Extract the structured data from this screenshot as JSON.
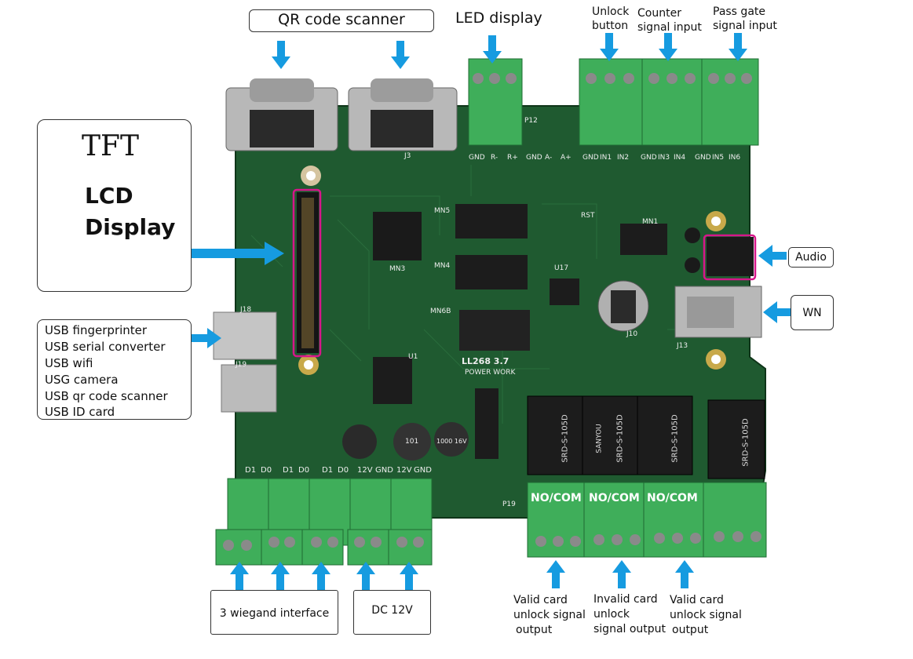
{
  "labels": {
    "qr_scanner": "QR code scanner",
    "led_display": "LED display",
    "unlock_button": [
      "Unlock",
      "button"
    ],
    "counter_signal": [
      "Counter",
      "signal input"
    ],
    "pass_gate": [
      "Pass gate",
      "signal input"
    ],
    "tft": "TFT",
    "lcd_display": [
      "LCD",
      "Display"
    ],
    "usb_list": [
      "USB fingerprinter",
      "USB serial converter",
      "USB wifi",
      "USG camera",
      "USB qr code scanner",
      "USB ID card"
    ],
    "audio": "Audio",
    "wn": "WN",
    "wiegand": "3 wiegand interface",
    "dc12v": "DC 12V",
    "valid_card_1": [
      "Valid card",
      "unlock signal",
      "output"
    ],
    "invalid_card": [
      "Invalid card",
      "unlock",
      "signal output"
    ],
    "valid_card_2": [
      "Valid card",
      "unlock signal",
      "output"
    ]
  },
  "board": {
    "model": "LL268 3.7",
    "power_work": "POWER WORK",
    "relay_text": "SRD-S-105D",
    "relay_brand": "SANYOU",
    "no_com": [
      "NO/COM",
      "NO/COM",
      "NO/COM"
    ],
    "bottom_pins": [
      "D1",
      "D0",
      "D1",
      "D0",
      "D1",
      "D0",
      "12V",
      "GND",
      "12V",
      "GND"
    ],
    "top_pins_led": [
      "GND",
      "R-",
      "R+"
    ],
    "top_pins_rs": [
      "GND",
      "A-",
      "A+"
    ],
    "top_pins_in1": [
      "GND",
      "IN1",
      "IN2"
    ],
    "top_pins_in2": [
      "GND",
      "IN3",
      "IN4"
    ],
    "top_pins_in3": [
      "GND",
      "IN5",
      "IN6"
    ],
    "chip_labels": [
      "MN5",
      "MN4",
      "MN3",
      "MN6B",
      "MN1",
      "U17",
      "U1",
      "J3",
      "J13",
      "J18",
      "J19",
      "J10",
      "P12",
      "P19",
      "RST"
    ],
    "cap_labels": [
      "1000 16V",
      "101"
    ]
  },
  "colors": {
    "pcb": "#1f5a30",
    "pcb_dark": "#154223",
    "terminal": "#3fae5a",
    "arrow": "#169be0",
    "highlight": "#d6168a",
    "relay": "#1c1c1c"
  }
}
